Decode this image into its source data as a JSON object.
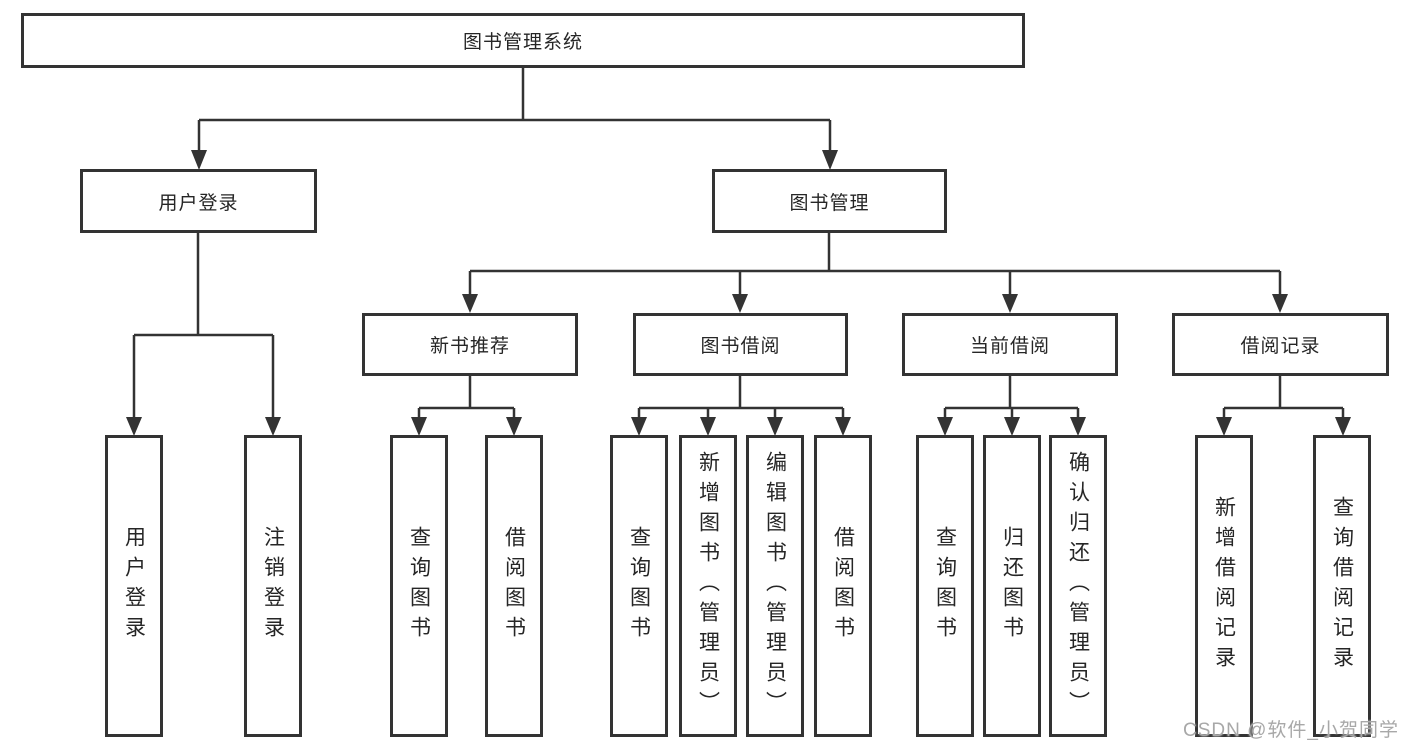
{
  "diagram": {
    "root": {
      "label": "图书管理系统"
    },
    "branches": [
      {
        "label": "用户登录",
        "children": [
          {
            "label": "用户登录"
          },
          {
            "label": "注销登录"
          }
        ]
      },
      {
        "label": "图书管理",
        "children": [
          {
            "label": "新书推荐",
            "children": [
              {
                "label": "查询图书"
              },
              {
                "label": "借阅图书"
              }
            ]
          },
          {
            "label": "图书借阅",
            "children": [
              {
                "label": "查询图书"
              },
              {
                "label": "新增图书（管理员）"
              },
              {
                "label": "编辑图书（管理员）"
              },
              {
                "label": "借阅图书"
              }
            ]
          },
          {
            "label": "当前借阅",
            "children": [
              {
                "label": "查询图书"
              },
              {
                "label": "归还图书"
              },
              {
                "label": "确认归还（管理员）"
              }
            ]
          },
          {
            "label": "借阅记录",
            "children": [
              {
                "label": "新增借阅记录"
              },
              {
                "label": "查询借阅记录"
              }
            ]
          }
        ]
      }
    ]
  },
  "watermark": {
    "text": "CSDN @软件_小贺同学"
  },
  "colors": {
    "line": "#333333",
    "text": "#262626",
    "background": "#ffffff",
    "watermark": "#a8a8a8"
  }
}
